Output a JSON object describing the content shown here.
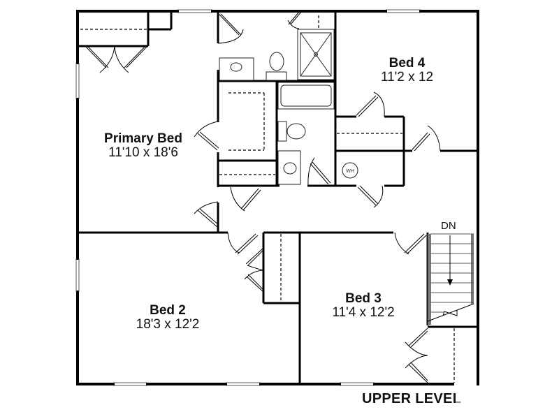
{
  "plan": {
    "title": "UPPER LEVEL",
    "stair_label": "DN",
    "water_heater_label": "WH",
    "colors": {
      "wall": "#000000",
      "background": "#ffffff",
      "fixture": "#333333",
      "stair": "#777777"
    }
  },
  "rooms": [
    {
      "id": "primary-bed",
      "name": "Primary Bed",
      "dimensions": "11'10 x 18'6"
    },
    {
      "id": "bed-4",
      "name": "Bed 4",
      "dimensions": "11'2 x 12"
    },
    {
      "id": "bed-2",
      "name": "Bed 2",
      "dimensions": "18'3 x 12'2"
    },
    {
      "id": "bed-3",
      "name": "Bed 3",
      "dimensions": "11'4 x 12'2"
    }
  ]
}
